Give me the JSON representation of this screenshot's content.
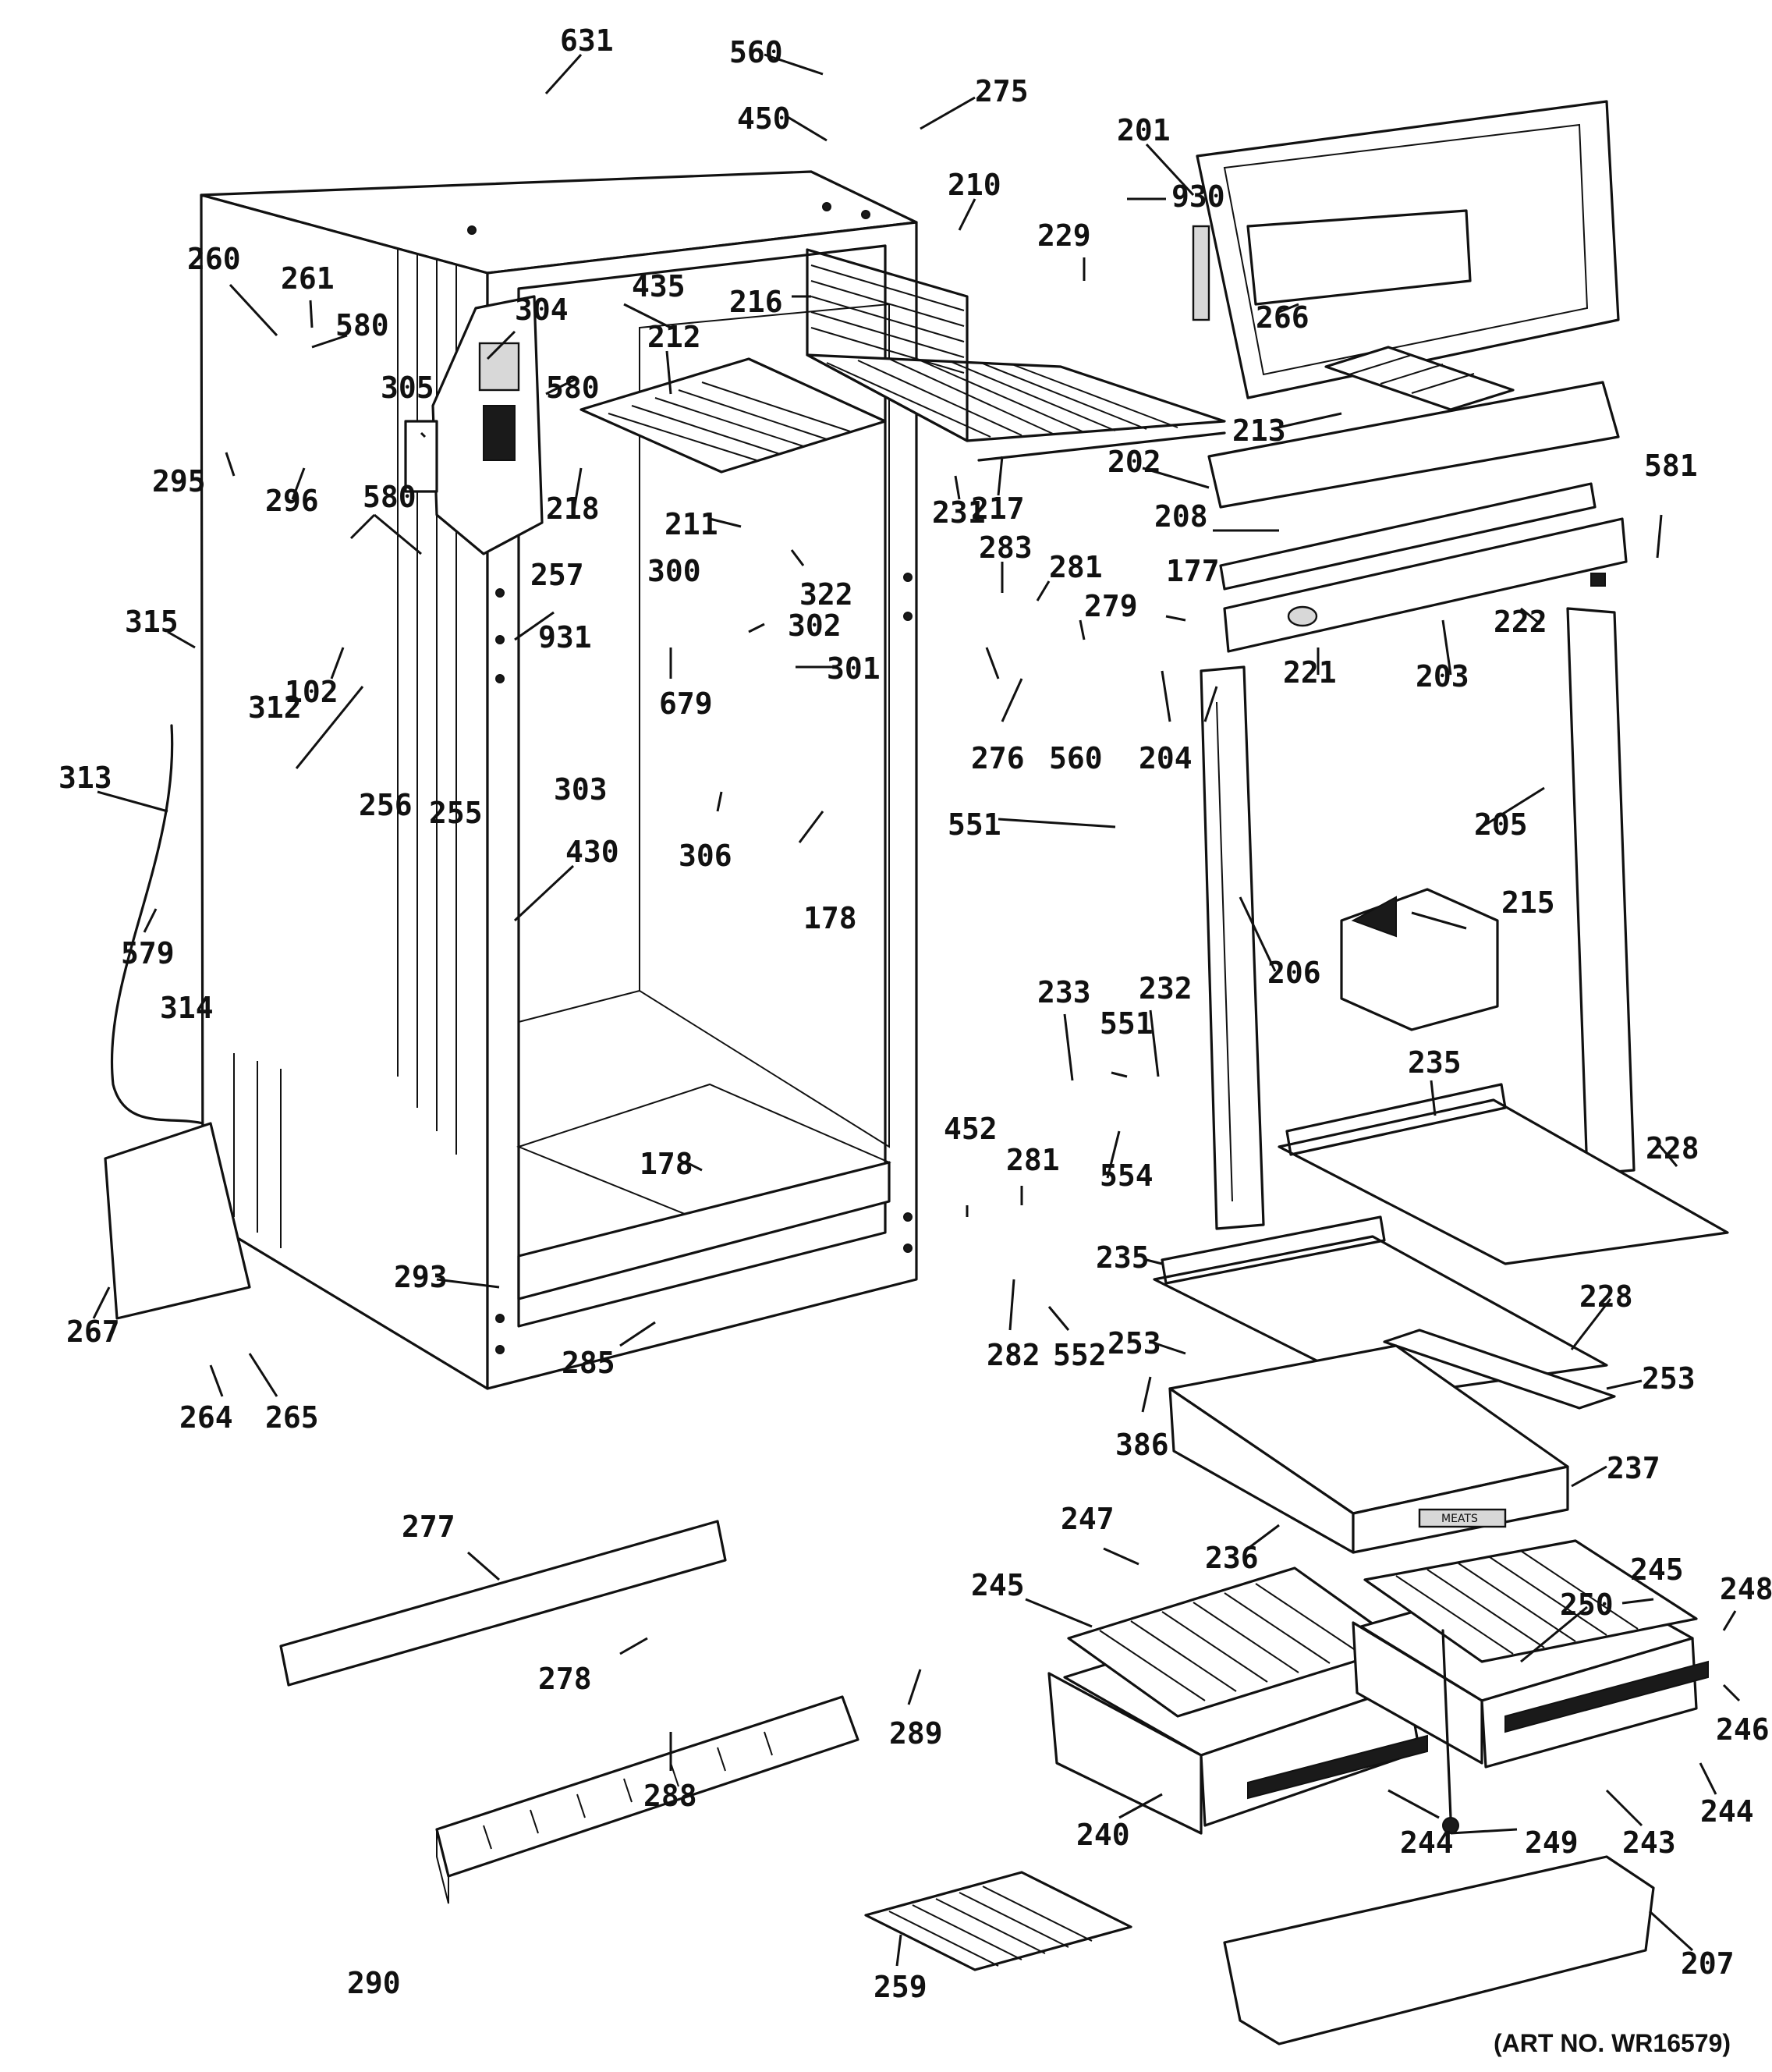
{
  "art_number": "(ART NO. WR16579)",
  "drawer_label": "MEATS",
  "callouts": [
    {
      "id": "631"
    },
    {
      "id": "560"
    },
    {
      "id": "450"
    },
    {
      "id": "275"
    },
    {
      "id": "201"
    },
    {
      "id": "930"
    },
    {
      "id": "210"
    },
    {
      "id": "229"
    },
    {
      "id": "260"
    },
    {
      "id": "261"
    },
    {
      "id": "580"
    },
    {
      "id": "304"
    },
    {
      "id": "435"
    },
    {
      "id": "216"
    },
    {
      "id": "266"
    },
    {
      "id": "212"
    },
    {
      "id": "580"
    },
    {
      "id": "305"
    },
    {
      "id": "295"
    },
    {
      "id": "296"
    },
    {
      "id": "213"
    },
    {
      "id": "202"
    },
    {
      "id": "581"
    },
    {
      "id": "217"
    },
    {
      "id": "218"
    },
    {
      "id": "231"
    },
    {
      "id": "211"
    },
    {
      "id": "580"
    },
    {
      "id": "208"
    },
    {
      "id": "322"
    },
    {
      "id": "283"
    },
    {
      "id": "281"
    },
    {
      "id": "177"
    },
    {
      "id": "300"
    },
    {
      "id": "279"
    },
    {
      "id": "257"
    },
    {
      "id": "302"
    },
    {
      "id": "222"
    },
    {
      "id": "315"
    },
    {
      "id": "221"
    },
    {
      "id": "203"
    },
    {
      "id": "931"
    },
    {
      "id": "301"
    },
    {
      "id": "102"
    },
    {
      "id": "679"
    },
    {
      "id": "312"
    },
    {
      "id": "560"
    },
    {
      "id": "204"
    },
    {
      "id": "276"
    },
    {
      "id": "313"
    },
    {
      "id": "256"
    },
    {
      "id": "255"
    },
    {
      "id": "303"
    },
    {
      "id": "306"
    },
    {
      "id": "551"
    },
    {
      "id": "205"
    },
    {
      "id": "430"
    },
    {
      "id": "215"
    },
    {
      "id": "178"
    },
    {
      "id": "579"
    },
    {
      "id": "206"
    },
    {
      "id": "314"
    },
    {
      "id": "233"
    },
    {
      "id": "232"
    },
    {
      "id": "551"
    },
    {
      "id": "235"
    },
    {
      "id": "554"
    },
    {
      "id": "228"
    },
    {
      "id": "452"
    },
    {
      "id": "178"
    },
    {
      "id": "281"
    },
    {
      "id": "235"
    },
    {
      "id": "293"
    },
    {
      "id": "228"
    },
    {
      "id": "267"
    },
    {
      "id": "285"
    },
    {
      "id": "282"
    },
    {
      "id": "552"
    },
    {
      "id": "253"
    },
    {
      "id": "253"
    },
    {
      "id": "264"
    },
    {
      "id": "265"
    },
    {
      "id": "386"
    },
    {
      "id": "237"
    },
    {
      "id": "277"
    },
    {
      "id": "247"
    },
    {
      "id": "236"
    },
    {
      "id": "245"
    },
    {
      "id": "245"
    },
    {
      "id": "248"
    },
    {
      "id": "250"
    },
    {
      "id": "278"
    },
    {
      "id": "246"
    },
    {
      "id": "289"
    },
    {
      "id": "244"
    },
    {
      "id": "288"
    },
    {
      "id": "240"
    },
    {
      "id": "244"
    },
    {
      "id": "249"
    },
    {
      "id": "243"
    },
    {
      "id": "290"
    },
    {
      "id": "259"
    },
    {
      "id": "207"
    }
  ]
}
